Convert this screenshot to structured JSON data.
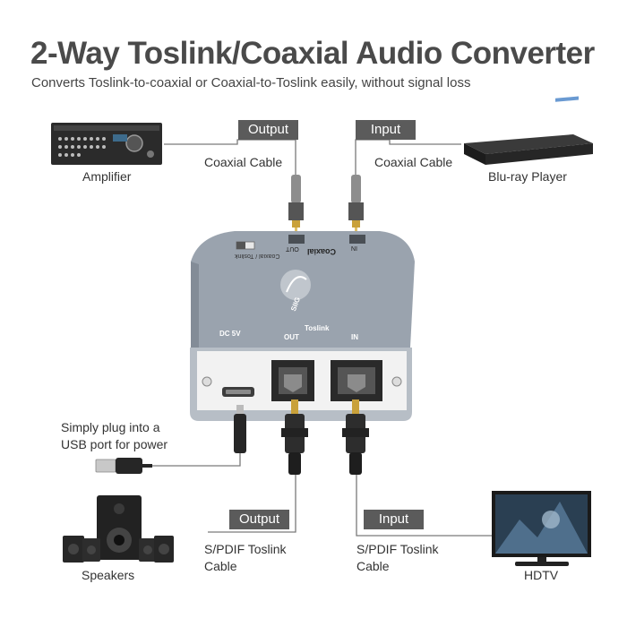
{
  "title": "2-Way Toslink/Coaxial Audio Converter",
  "subtitle": "Converts Toslink-to-coaxial or Coaxial-to-Toslink easily, without signal loss",
  "tags": {
    "top_output": "Output",
    "top_input": "Input",
    "bottom_output": "Output",
    "bottom_input": "Input"
  },
  "devices": {
    "amplifier": "Amplifier",
    "bluray": "Blu-ray Player",
    "speakers": "Speakers",
    "hdtv": "HDTV"
  },
  "cables": {
    "coax_left": "Coaxial Cable",
    "coax_right": "Coaxial Cable",
    "spdif_left_line1": "S/PDIF Toslink",
    "spdif_left_line2": "Cable",
    "spdif_right_line1": "S/PDIF Toslink",
    "spdif_right_line2": "Cable"
  },
  "usb_note": {
    "line1": "Simply plug into a",
    "line2": "USB port for power"
  },
  "converter": {
    "top_coaxial_label": "Coaxial",
    "top_out": "OUT",
    "top_in": "IN",
    "top_switch_label": "Coaxial / Toslink",
    "dc_label": "DC 5V",
    "toslink_label": "Toslink",
    "front_out": "OUT",
    "front_in": "IN",
    "logo": "SIIG"
  },
  "colors": {
    "tag_bg": "#5b5b5b",
    "device_body": "#9aa3ae",
    "cable_gold": "#c9a13a",
    "cable_gray": "#8d8d8d"
  }
}
